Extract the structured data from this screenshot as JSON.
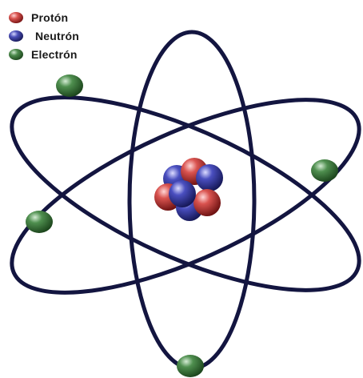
{
  "legend": [
    {
      "key": "proton",
      "label": "Protón",
      "color": "#c0393b"
    },
    {
      "key": "neutron",
      "label": "Neutrón",
      "color": "#3c3f9e"
    },
    {
      "key": "electron",
      "label": "Electrón",
      "color": "#3f7a3f"
    }
  ],
  "colors": {
    "orbit": "#131540",
    "proton": "#c0393b",
    "neutron": "#3c3f9e",
    "electron": "#3f7a3f"
  }
}
